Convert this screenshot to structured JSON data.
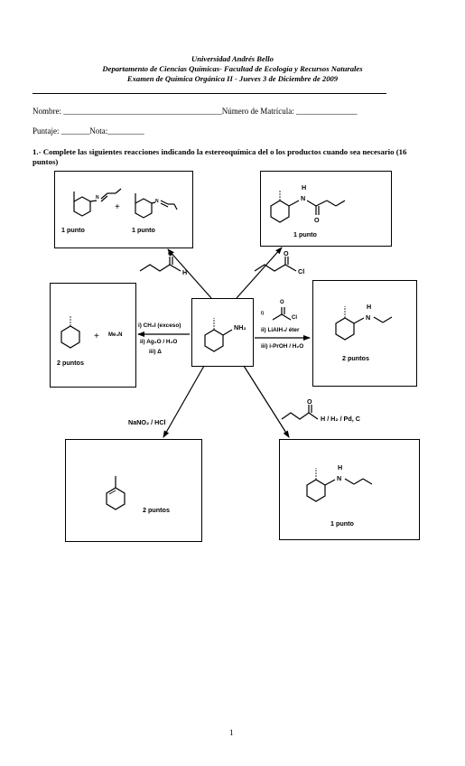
{
  "header": {
    "university": "Universidad Andrés Bello",
    "department": "Departamento de Ciencias Químicas- Facultad de Ecología y Recursos Naturales",
    "exam": "Examen  de Química Orgánica II - Jueves 3 de Diciembre de 2009"
  },
  "fields": {
    "name": "Nombre: _______________________________________Número de Matrícula: _______________",
    "score": "Puntaje: _______Nota:_________"
  },
  "question": {
    "text": "1.- Complete las siguientes reacciones indicando la estereoquímica del o los productos cuando sea necesario (16 puntos)"
  },
  "boxes": {
    "top_left": {
      "points_a": "1 punto",
      "points_b": "1 punto",
      "plus": "+",
      "n_a": "N",
      "n_b": "N"
    },
    "top_right": {
      "h": "H",
      "n": "N",
      "o": "O",
      "points": "1 punto"
    },
    "middle_left": {
      "plus": "+",
      "amine": "Me₃N",
      "points": "2 puntos"
    },
    "center": {
      "nh2": "NH₂"
    },
    "middle_right": {
      "h": "H",
      "n": "N",
      "points": "2 puntos"
    },
    "bottom_left": {
      "points": "2 puntos"
    },
    "bottom_right": {
      "h": "H",
      "n": "N",
      "points": "1 punto"
    }
  },
  "reagents": {
    "aldehyde_o": "O",
    "aldehyde_h": "H",
    "acyl_o": "O",
    "acyl_cl": "Cl",
    "left_step1": "i) CH₃I (exceso)",
    "left_step2": "ii) Ag₂O / H₂O",
    "left_step3": "iii)  Δ",
    "right_step1": "i)",
    "right_o": "O",
    "right_cl": "Cl",
    "right_step2": "ii) LiAlH₄/ éter",
    "right_step3": "iii) i-PrOH / H₂O",
    "nitrous": "NaNO₂ / HCl",
    "reductive_o": "O",
    "reductive": "H / H₂ / Pd, C"
  },
  "footer": {
    "page_number": "1"
  }
}
